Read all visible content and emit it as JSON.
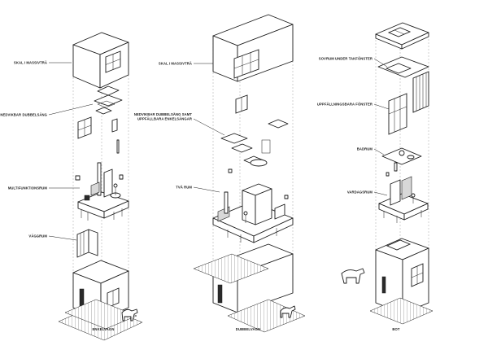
{
  "columns": [
    {
      "caption": "ENKELVAGN",
      "labels": [
        "SKAL I MASSIVTRÄ",
        "NEDVIKBAR DUBBELSÄNG",
        "MULTIFUNKTIONSRUM",
        "VÄGGRUM"
      ]
    },
    {
      "caption": "DUBBELVAGN",
      "labels": [
        "SKAL I MASSIVTRÄ",
        "NEDVIKBAR DUBBELSÄNG SAMT",
        "UPPFÄLLBARA ENKELSÄNGAR",
        "TVÅ RUM"
      ]
    },
    {
      "caption": "BOT",
      "labels": [
        "SOVRUM UNDER TAKFÖNSTER",
        "UPPFÄLLNINGSBARA FÖNSTER",
        "BADRUM",
        "VARDAGSRUM"
      ]
    }
  ]
}
